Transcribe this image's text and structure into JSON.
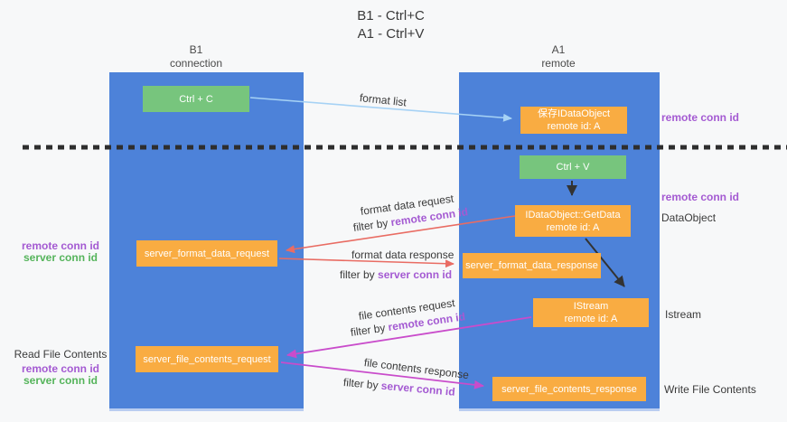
{
  "title": {
    "line1": "B1 - Ctrl+C",
    "line2": "A1 - Ctrl+V"
  },
  "columns": {
    "left": {
      "name": "B1",
      "role": "connection"
    },
    "right": {
      "name": "A1",
      "role": "remote"
    }
  },
  "nodes": {
    "ctrl_c": {
      "label": "Ctrl + C"
    },
    "ctrl_v": {
      "label": "Ctrl + V"
    },
    "save_dataobject": {
      "line1": "保存IDataObject",
      "line2": "remote id: A"
    },
    "getdata": {
      "line1": "IDataObject::GetData",
      "line2": "remote id: A"
    },
    "istream": {
      "line1": "IStream",
      "line2": "remote id: A"
    },
    "format_request": {
      "label": "server_format_data_request"
    },
    "format_response": {
      "label": "server_format_data_response"
    },
    "file_request": {
      "label": "server_file_contents_request"
    },
    "file_response": {
      "label": "server_file_contents_response"
    }
  },
  "flows": {
    "format_list": {
      "label": "format list"
    },
    "format_data_request": {
      "label": "format data request",
      "filter_prefix": "filter by",
      "filter_key": "remote conn id"
    },
    "format_data_response": {
      "label": "format data response",
      "filter_prefix": "filter by",
      "filter_key": "server conn id"
    },
    "file_contents_request": {
      "label": "file contents request",
      "filter_prefix": "filter by",
      "filter_key": "remote conn id"
    },
    "file_contents_response": {
      "label": "file contents response",
      "filter_prefix": "filter by",
      "filter_key": "server conn id"
    }
  },
  "annotations": {
    "right_top_conn": "remote conn id",
    "right_mid_conn": "remote conn id",
    "dataobject": "DataObject",
    "istream": "Istream",
    "write_file": "Write File Contents",
    "read_file": "Read File Contents",
    "left_format": {
      "remote": "remote conn id",
      "server": "server conn id"
    },
    "left_file": {
      "remote": "remote conn id",
      "server": "server conn id"
    }
  },
  "colors": {
    "background": "#f7f8f9",
    "column_blue": "#4d82d9",
    "node_green": "#77c57d",
    "node_orange": "#f9ac42",
    "arrow_light_blue": "#a6d2f5",
    "arrow_red": "#e96c63",
    "arrow_magenta": "#c94ccb",
    "arrow_black": "#333333",
    "label_purple": "#a45ad2",
    "label_green": "#55b45b",
    "divider_dark": "#2e2e2e"
  }
}
